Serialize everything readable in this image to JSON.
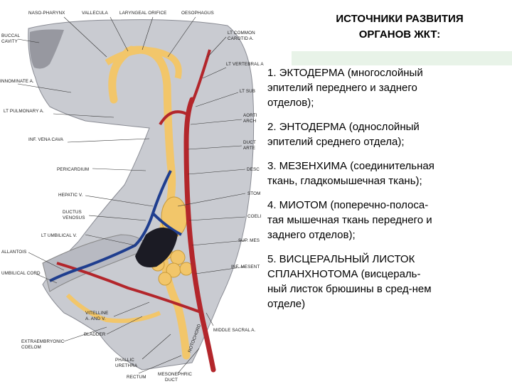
{
  "slide": {
    "title_line1": "ИСТОЧНИКИ РАЗВИТИЯ",
    "title_line2": "ОРГАНОВ ЖКТ:"
  },
  "items": [
    {
      "lines": [
        "1. ЭКТОДЕРМА (многослойный",
        "эпителий переднего и заднего",
        "отделов);"
      ]
    },
    {
      "lines": [
        "2. ЭНТОДЕРМА (однослойный",
        "эпителий среднего отдела);"
      ]
    },
    {
      "lines": [
        "3. МЕЗЕНХИМА (соединительная",
        "ткань, гладкомышечная ткань);"
      ]
    },
    {
      "lines": [
        "4. МИОТОМ (поперечно-полоса-",
        "тая мышечная ткань переднего и",
        "заднего отделов);"
      ]
    },
    {
      "lines": [
        "5. ВИСЦЕРАЛЬНЫЙ ЛИСТОК",
        "СПЛАНХНОТОМА (висцераль-",
        "ный листок брюшины в сред-нем",
        "отделе)"
      ]
    }
  ],
  "figure_labels": {
    "naso_pharynx": "NASO-PHARYNX",
    "vallecula": "VALLECULA",
    "laryngeal_orifice": "LARYNGEAL ORIFICE",
    "oesophagus": "OESOPHAGUS",
    "buccal_cavity_1": "BUCCAL",
    "buccal_cavity_2": "CAVITY",
    "lt_common_carotid_1": "LT COMMON",
    "lt_common_carotid_2": "CAROTID A.",
    "lt_vertebral": "LT VERTEBRAL A",
    "innominate": "INNOMINATE A.",
    "lt_sub": "LT SUB",
    "lt_pulmonary": "LT PULMONARY A.",
    "aorti": "AORTI",
    "arch": "ARCH",
    "inf_vena_cava": "INF. VENA CAVA",
    "duct": "DUCT",
    "arte": "ARTE",
    "pericardium": "PERICARDIUM",
    "desc": "DESC",
    "hepatic_v": "HEPATIC V.",
    "stom": "STOM",
    "ductus": "DUCTUS",
    "venosus": "VENOSUS",
    "coeli": "COELI",
    "lt_umbilical_v": "LT UMBILICAL V.",
    "sup_mes": "SUP. MES",
    "allantois": "ALLANTOIS",
    "inf_mesent": "INF. MESENT",
    "umbilical_cord": "UMBILICAL CORD",
    "vitelline_1": "VITELLINE",
    "vitelline_2": "A. AND V.",
    "middle_sacral": "MIDDLE SACRAL A.",
    "bladder": "BLADDER",
    "extraembryonic_1": "EXTRAEMBRYONIC",
    "extraembryonic_2": "COELOM",
    "phallic_1": "PHALLIC",
    "phallic_2": "URETHRA",
    "rectum": "RECTUM",
    "mesonephric_1": "MESONEPHRIC",
    "mesonephric_2": "DUCT",
    "notochord": "NOTOCHORD"
  },
  "colors": {
    "embryo_fill": "#c9cbd1",
    "gut_yellow": "#f2c66a",
    "artery_red": "#b3262b",
    "vein_blue": "#1f3e8f",
    "title_band": "#e8f3e8"
  }
}
